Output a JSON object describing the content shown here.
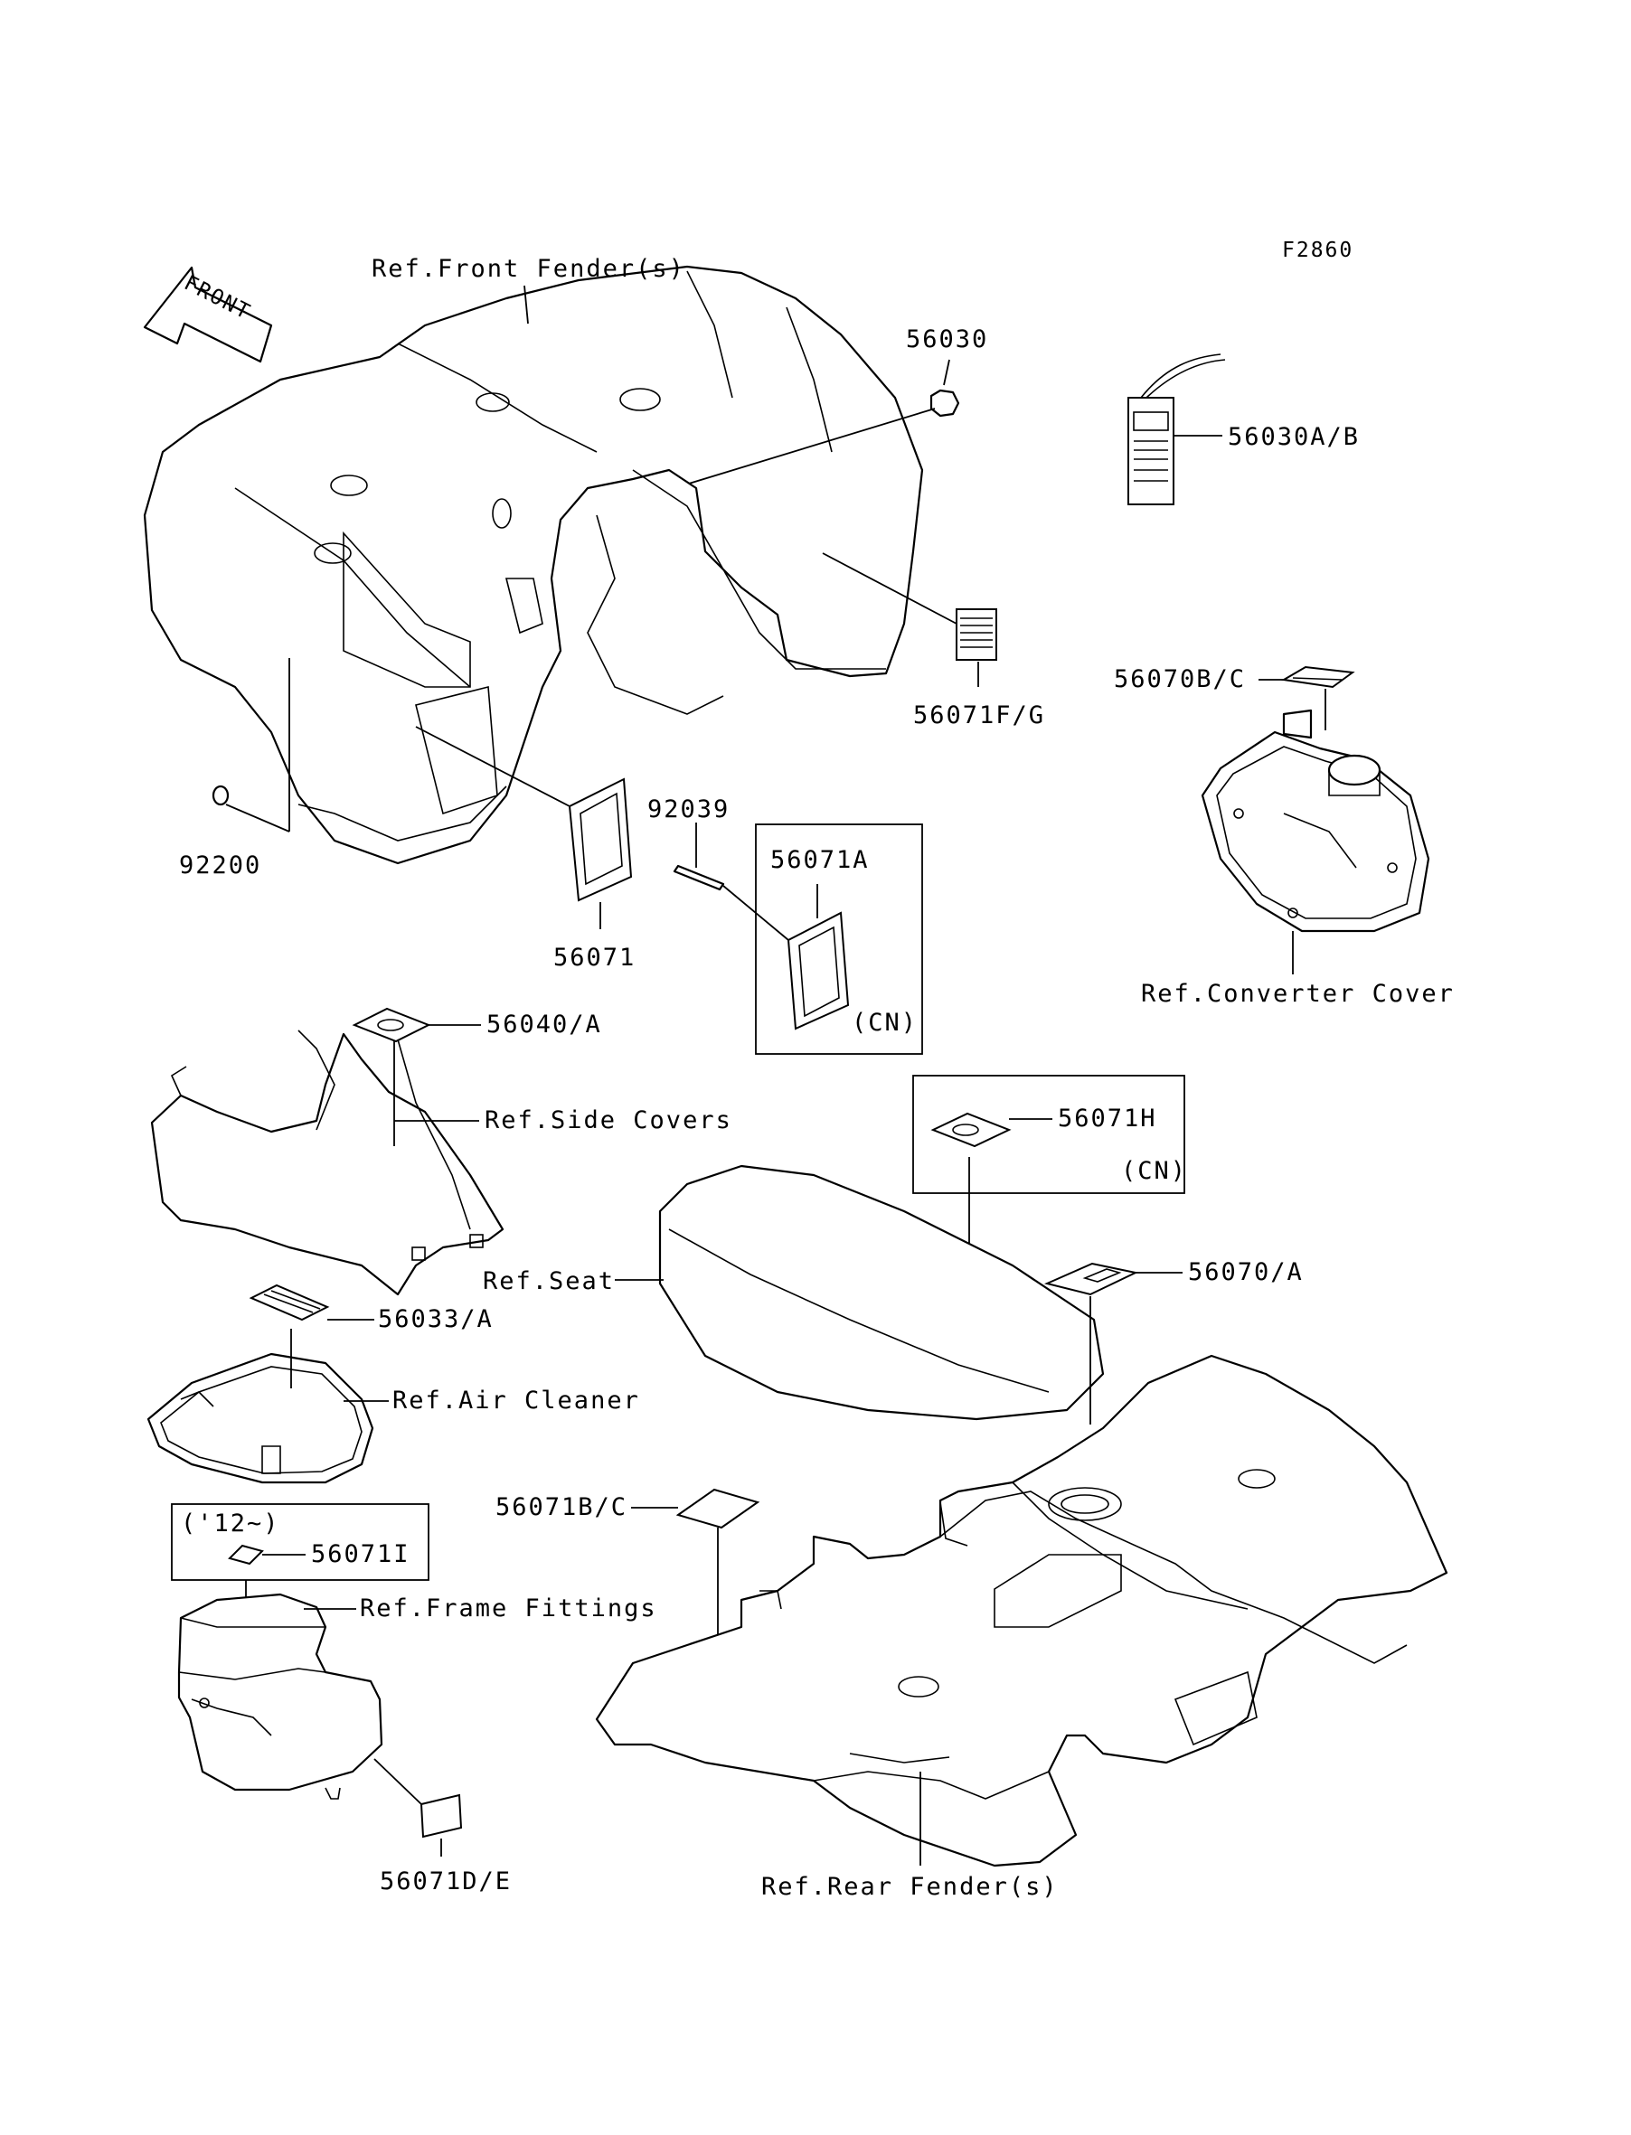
{
  "diagram_id": "F2860",
  "front_arrow_label": "FRONT",
  "callouts": {
    "front_fender": "Ref.Front Fender(s)",
    "p56030": "56030",
    "p56030ab": "56030A/B",
    "p56071fg": "56071F/G",
    "p56070bc": "56070B/C",
    "converter_cover": "Ref.Converter Cover",
    "p92200": "92200",
    "p92039": "92039",
    "p56071": "56071",
    "p56071a": "56071A",
    "cn_1": "(CN)",
    "p56040a": "56040/A",
    "side_covers": "Ref.Side Covers",
    "p56071h": "56071H",
    "cn_2": "(CN)",
    "seat": "Ref.Seat",
    "p56070a": "56070/A",
    "p56033a": "56033/A",
    "air_cleaner": "Ref.Air Cleaner",
    "p56071bc": "56071B/C",
    "year_12": "('12~)",
    "p56071i": "56071I",
    "frame_fittings": "Ref.Frame Fittings",
    "p56071de": "56071D/E",
    "rear_fender": "Ref.Rear Fender(s)"
  }
}
